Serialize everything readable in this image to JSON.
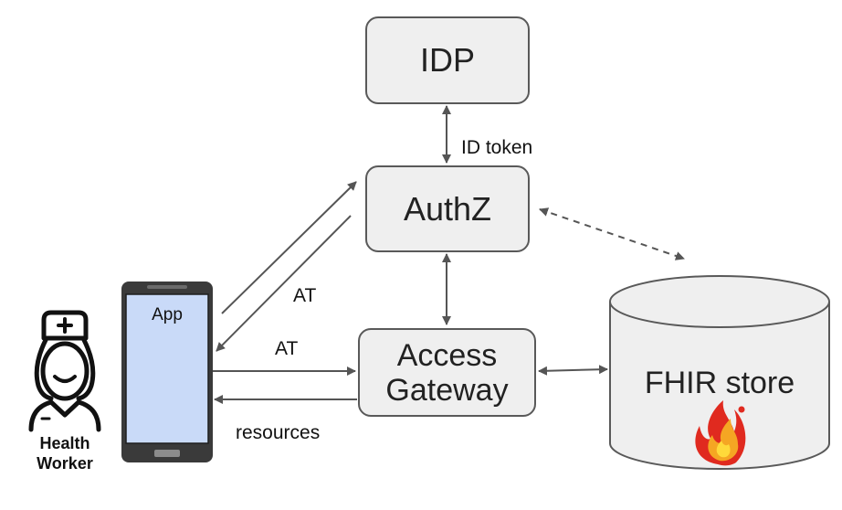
{
  "nodes": {
    "idp": "IDP",
    "authz": "AuthZ",
    "gateway_line1": "Access",
    "gateway_line2": "Gateway",
    "fhir": "FHIR store",
    "app": "App"
  },
  "edges": {
    "id_token": "ID token",
    "at_upper": "AT",
    "at_lower": "AT",
    "resources": "resources"
  },
  "actor": {
    "line1": "Health",
    "line2": "Worker"
  },
  "colors": {
    "box_fill": "#efefef",
    "box_stroke": "#595959",
    "arrow": "#555555",
    "phone_screen": "#c9daf8",
    "phone_body": "#3a3a3a",
    "flame_red": "#e02a1f",
    "flame_orange": "#f5a623",
    "flame_yellow": "#ffd93a"
  },
  "icons": [
    "health-worker-icon",
    "fhir-flame-logo",
    "phone-icon"
  ]
}
